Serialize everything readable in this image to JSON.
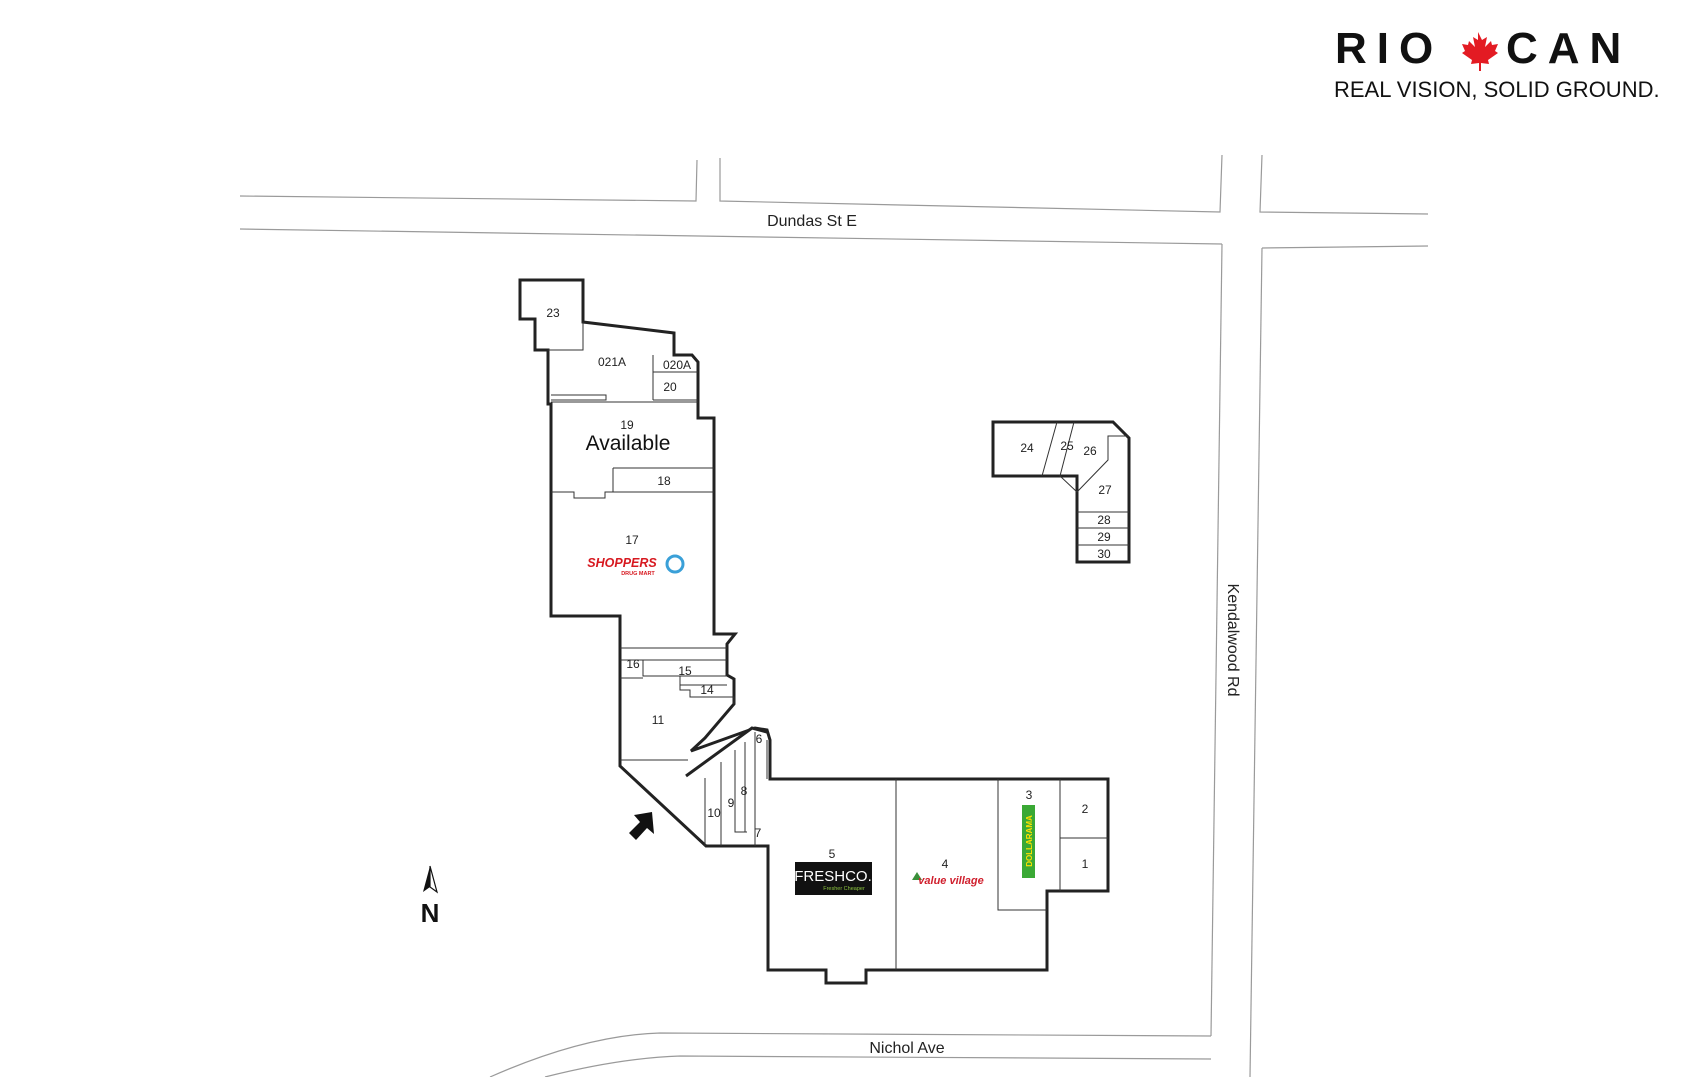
{
  "brand": {
    "logo_left": "RIO",
    "logo_right": "CAN",
    "tagline": "REAL VISION, SOLID GROUND.",
    "maple_leaf_color": "#e31b23"
  },
  "streets": {
    "north": "Dundas St E",
    "east": "Kendalwood Rd",
    "south": "Nichol Ave"
  },
  "north_arrow_label": "N",
  "units": {
    "u1": "1",
    "u2": "2",
    "u3": "3",
    "u4": "4",
    "u5": "5",
    "u6": "6",
    "u7": "7",
    "u8": "8",
    "u9": "9",
    "u10": "10",
    "u11": "11",
    "u14": "14",
    "u15": "15",
    "u16": "16",
    "u17": "17",
    "u18": "18",
    "u19": "19",
    "u20": "20",
    "u020a": "020A",
    "u021a": "021A",
    "u23": "23",
    "u24": "24",
    "u25": "25",
    "u26": "26",
    "u27": "27",
    "u28": "28",
    "u29": "29",
    "u30": "30"
  },
  "available_label": "Available",
  "tenants": {
    "shoppers_line1": "SHOPPERS",
    "shoppers_line2": "DRUG MART",
    "freshco_line1": "FRESHCO.",
    "freshco_line2": "Fresher Cheaper",
    "value_village": "value village",
    "dollarama": "DOLLARAMA"
  },
  "colors": {
    "shoppers": "#d71920",
    "shoppers_icon": "#3aa0d8",
    "freshco_bg": "#111111",
    "freshco_accent": "#8dc63f",
    "value_village": "#d0202e",
    "dollarama_bg": "#3aa935",
    "dollarama_text": "#ffe100"
  }
}
